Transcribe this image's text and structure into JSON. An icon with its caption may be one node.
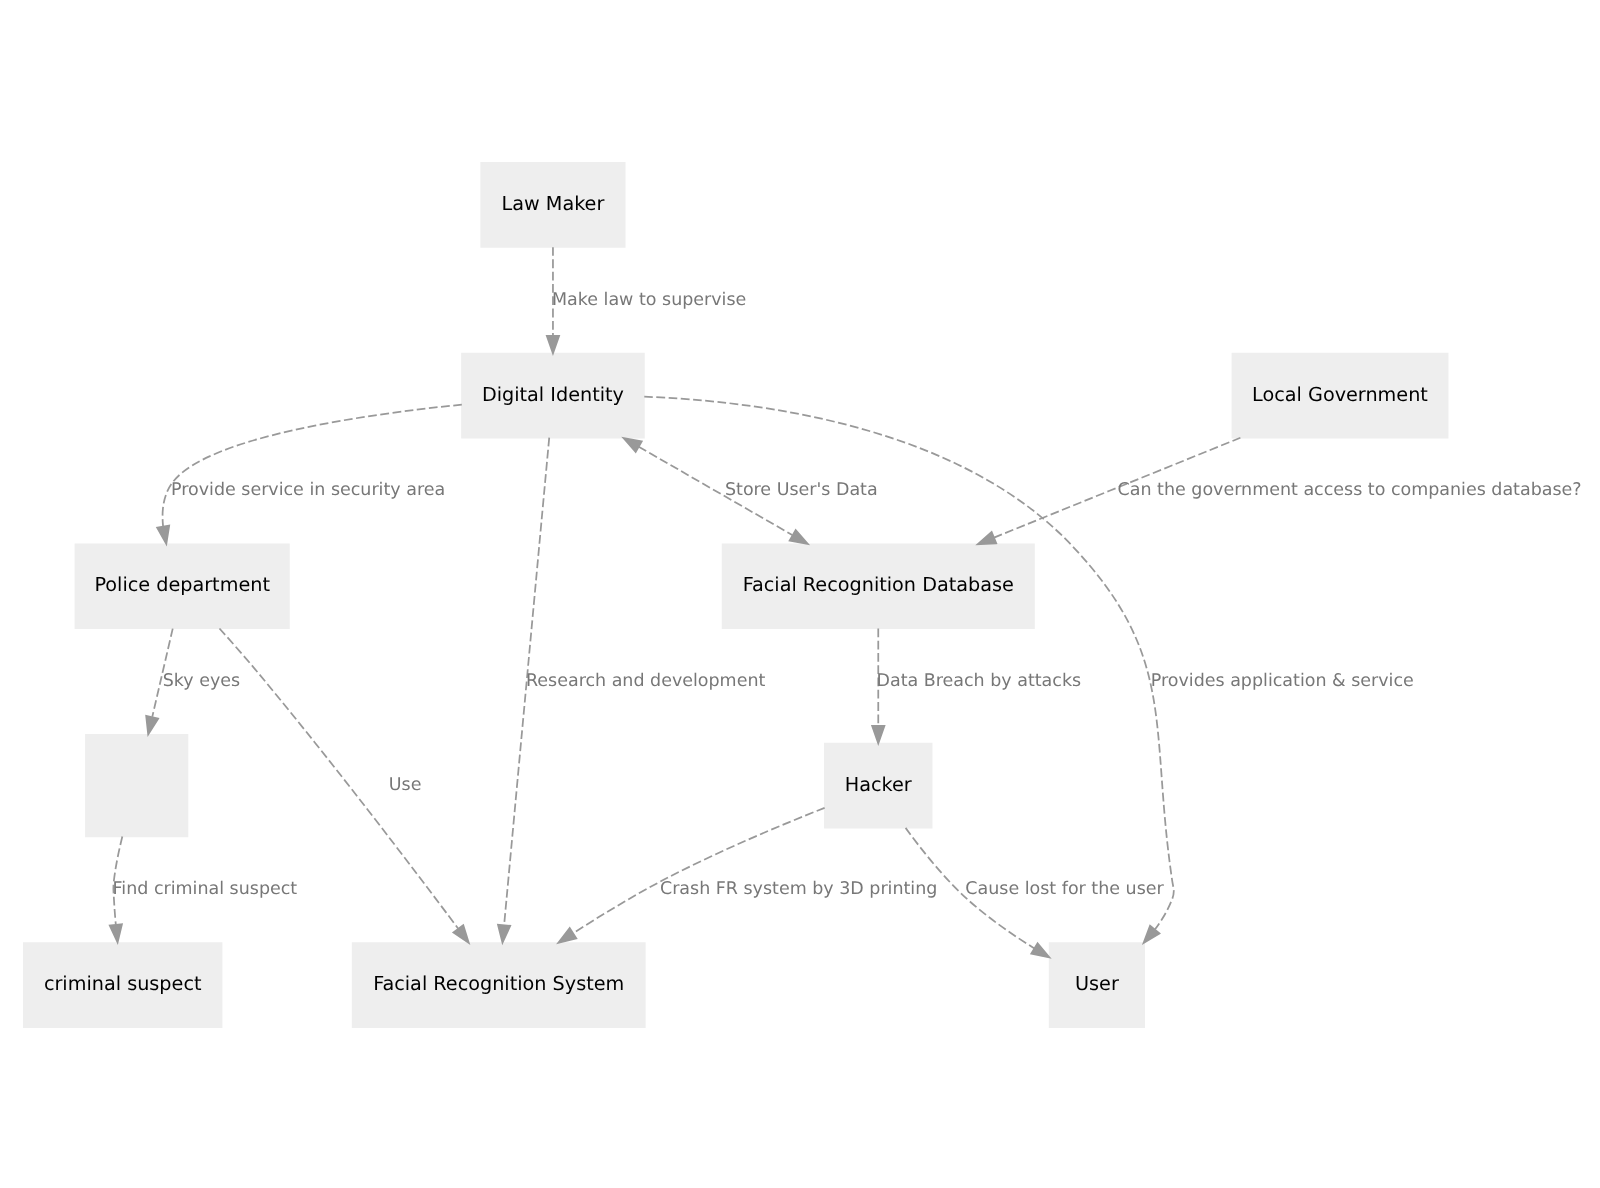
{
  "diagram": {
    "nodes": [
      {
        "text": [
          "Law Maker"
        ]
      },
      {
        "text": [
          "Facial Recognition System"
        ]
      },
      {
        "text": [
          "Police department"
        ]
      },
      {
        "text": [
          "User"
        ]
      },
      {
        "text": [
          "Digital Identity"
        ]
      },
      {
        "text": [],
        "shape": "box"
      },
      {
        "text": [
          "criminal suspect"
        ]
      },
      {
        "text": [
          "Hacker"
        ]
      },
      {
        "text": [
          "Facial Recognition Database"
        ]
      },
      {
        "text": [
          "Local Government"
        ]
      }
    ],
    "edges": [
      {
        "from": 0,
        "to": 4,
        "arrow": "to",
        "label": "Make law to supervise"
      },
      {
        "from": 2,
        "to": 1,
        "arrow": "to",
        "label": "Use"
      },
      {
        "from": 4,
        "to": 1,
        "arrow": "to",
        "label": "Research and development"
      },
      {
        "from": 4,
        "to": 2,
        "arrow": "to",
        "label": "Provide service in security area"
      },
      {
        "from": 4,
        "to": 3,
        "arrow": "to",
        "label": "Provides application & service"
      },
      {
        "from": 2,
        "to": 5,
        "arrow": "to",
        "label": "Sky eyes"
      },
      {
        "from": 5,
        "to": 6,
        "arrow": "to",
        "label": "Find criminal suspect"
      },
      {
        "from": 7,
        "to": 1,
        "arrow": "to",
        "label": "Crash FR system by 3D printing"
      },
      {
        "from": 7,
        "to": 3,
        "arrow": "to",
        "label": "Cause lost for the user"
      },
      {
        "from": 4,
        "to": 8,
        "arrow": "both",
        "label": "Store User's Data"
      },
      {
        "from": 8,
        "to": 7,
        "arrow": "to",
        "label": "Data Breach by attacks"
      },
      {
        "from": 9,
        "to": 8,
        "arrow": "to",
        "label": "Can the government access to companies database?"
      }
    ]
  }
}
